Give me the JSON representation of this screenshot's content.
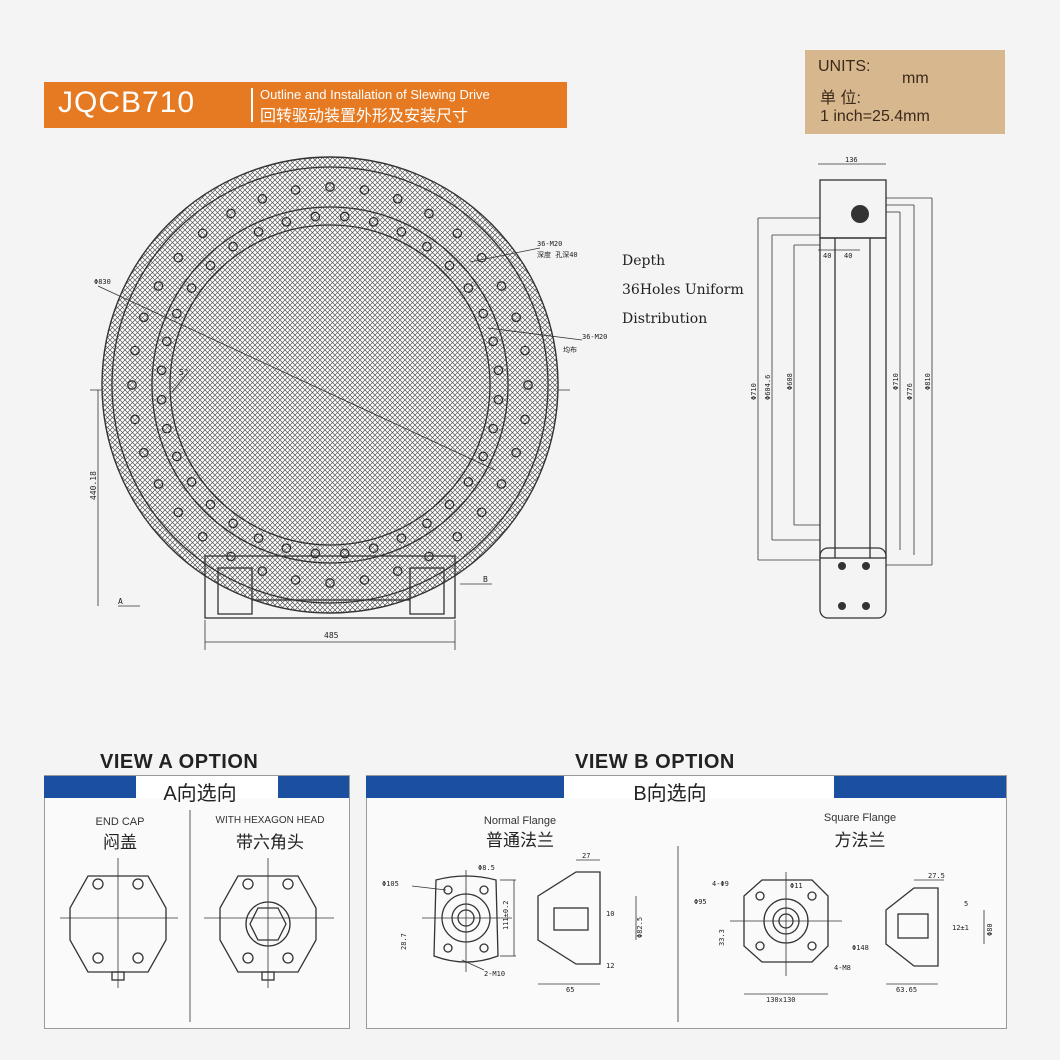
{
  "title": {
    "model": "JQCB710",
    "english": "Outline and Installation of Slewing Drive",
    "chinese": "回转驱动装置外形及安装尺寸"
  },
  "units": {
    "label_en": "UNITS:",
    "label_cn": "单  位:",
    "unit": "mm",
    "conversion": "1 inch=25.4mm"
  },
  "note": {
    "line1": "Depth",
    "line2": "36Holes Uniform",
    "line3": "Distribution"
  },
  "main_view": {
    "outer_dia": "Φ830",
    "bolt_outer": "36-M20",
    "bolt_outer_depth": "深度 孔深40",
    "bolt_inner": "36-M20",
    "bolt_inner_depth": "均布",
    "angle": "5°",
    "height": "440.18",
    "width": "485",
    "mark_a": "A",
    "mark_b": "B"
  },
  "side_view": {
    "overall_width": "136",
    "flange_left": "40",
    "flange_right": "40",
    "dia1": "Φ710",
    "dia2": "Φ604.6",
    "dia3": "Φ608",
    "dia4": "Φ710",
    "dia5": "Φ776",
    "dia6": "Φ810"
  },
  "view_a": {
    "heading": "VIEW A OPTION",
    "heading_cn": "A向选向",
    "left_en": "END CAP",
    "left_cn": "闷盖",
    "right_en": "WITH HEXAGON HEAD",
    "right_cn": "带六角头"
  },
  "view_b": {
    "heading": "VIEW B OPTION",
    "heading_cn": "B向选向",
    "left_en": "Normal Flange",
    "left_cn": "普通法兰",
    "right_en": "Square Flange",
    "right_cn": "方法兰",
    "nf_d1": "Φ105",
    "nf_d2": "Φ8.5",
    "nf_d3": "111±0.2",
    "nf_d4": "28.7",
    "nf_d5": "2-M10",
    "nf_d6": "27",
    "nf_d7": "10",
    "nf_d8": "Φ82.5",
    "nf_d9": "12",
    "nf_d10": "65",
    "sf_d1": "4-Φ9",
    "sf_d2": "Φ11",
    "sf_d3": "Φ95",
    "sf_d4": "33.3",
    "sf_d5": "130x130",
    "sf_d6": "4-M8",
    "sf_d7": "Φ148",
    "sf_d8": "27.5",
    "sf_d9": "5",
    "sf_d10": "12±1",
    "sf_d11": "Φ80",
    "sf_d12": "63.65"
  }
}
